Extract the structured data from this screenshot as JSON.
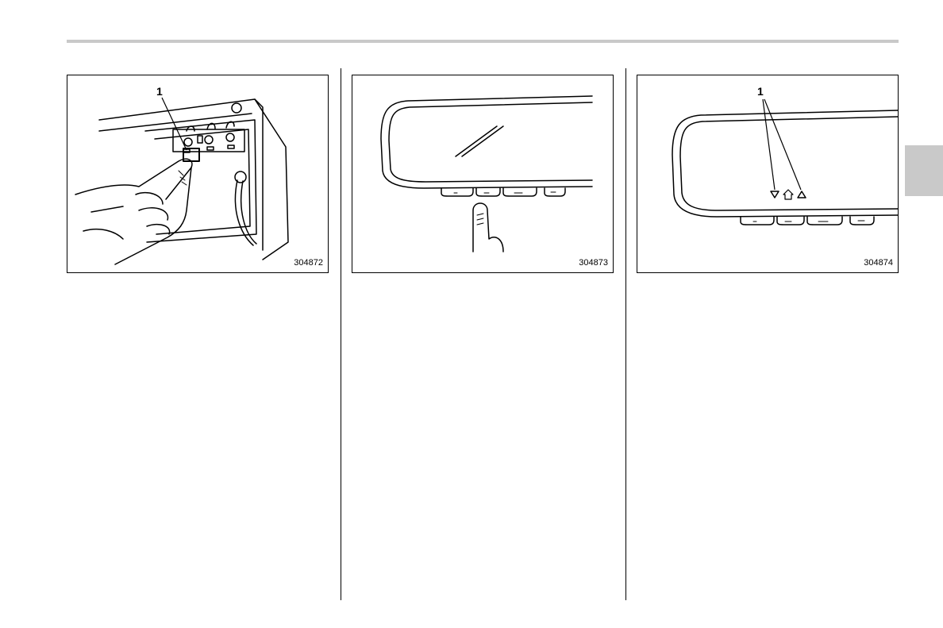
{
  "figures": [
    {
      "code": "304872",
      "callout": "1"
    },
    {
      "code": "304873"
    },
    {
      "code": "304874",
      "callout": "1"
    }
  ]
}
